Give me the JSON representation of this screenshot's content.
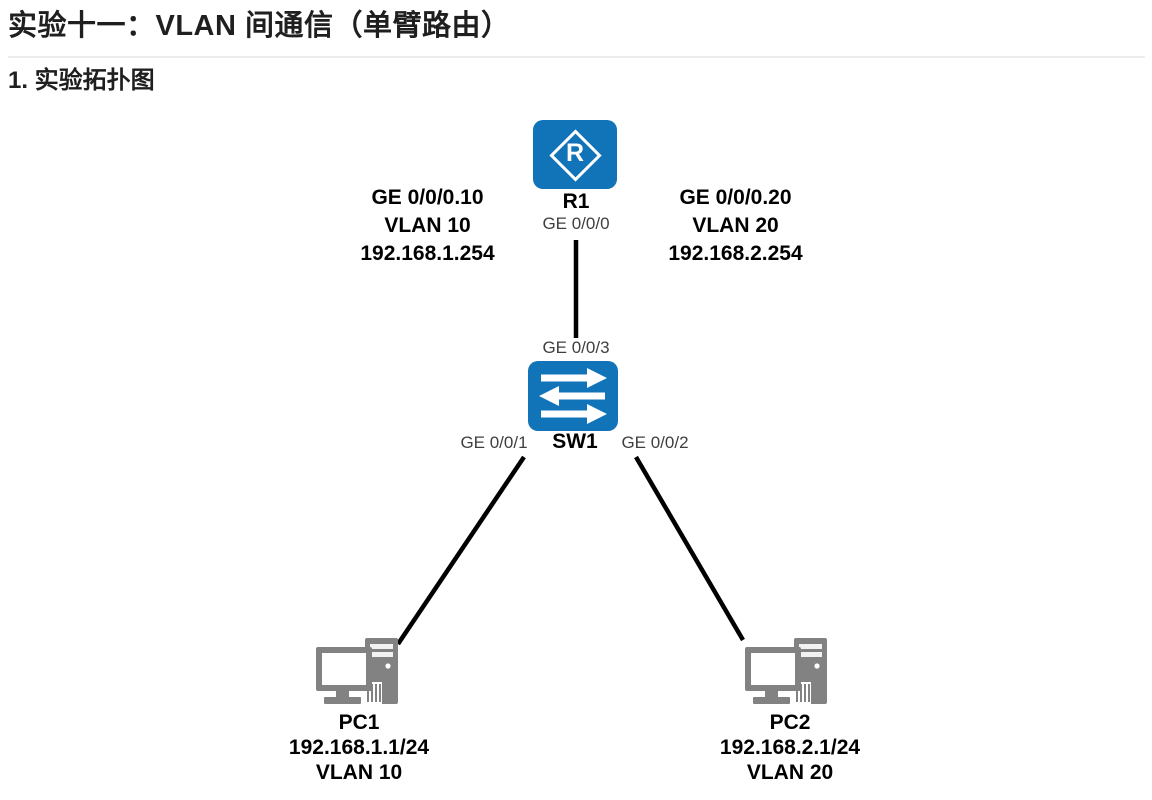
{
  "page": {
    "title": "实验十一：VLAN 间通信（单臂路由）",
    "section_heading": "1. 实验拓扑图"
  },
  "topology": {
    "router": {
      "name": "R1",
      "symbol_letter": "R",
      "icon": "router-icon",
      "trunk_port_label": "GE 0/0/0",
      "subinterface_left": {
        "port": "GE 0/0/0.10",
        "vlan": "VLAN 10",
        "ip": "192.168.1.254"
      },
      "subinterface_right": {
        "port": "GE 0/0/0.20",
        "vlan": "VLAN 20",
        "ip": "192.168.2.254"
      }
    },
    "switch": {
      "name": "SW1",
      "icon": "switch-icon",
      "uplink_port_label": "GE 0/0/3",
      "left_port_label": "GE 0/0/1",
      "right_port_label": "GE 0/0/2"
    },
    "pcs": [
      {
        "name": "PC1",
        "icon": "pc-icon",
        "ip": "192.168.1.1/24",
        "vlan": "VLAN 10"
      },
      {
        "name": "PC2",
        "icon": "pc-icon",
        "ip": "192.168.2.1/24",
        "vlan": "VLAN 20"
      }
    ],
    "links": [
      {
        "from": "R1 GE 0/0/0",
        "to": "SW1 GE 0/0/3"
      },
      {
        "from": "SW1 GE 0/0/1",
        "to": "PC1"
      },
      {
        "from": "SW1 GE 0/0/2",
        "to": "PC2"
      }
    ],
    "colors": {
      "device_blue": "#1173b8",
      "pc_gray": "#828282",
      "link": "#000000",
      "port_label_gray": "#3f3f3f"
    }
  }
}
